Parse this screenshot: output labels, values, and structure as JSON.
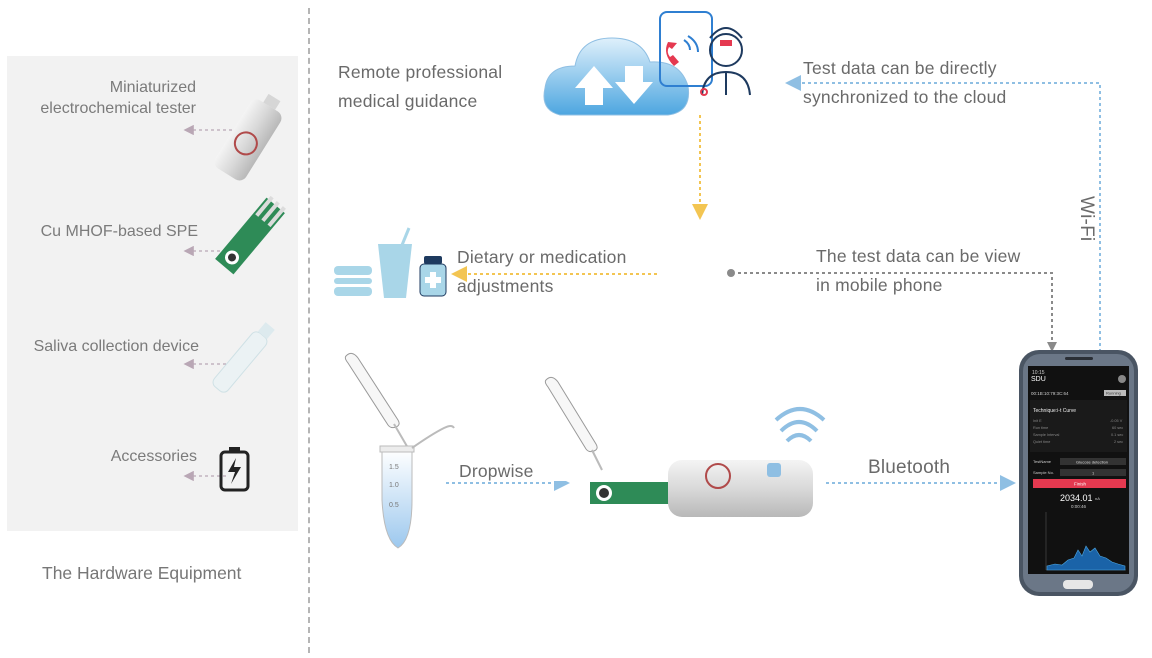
{
  "hardware": {
    "title": "The Hardware Equipment",
    "items": [
      {
        "label_line1": "Miniaturized",
        "label_line2": "electrochemical tester"
      },
      {
        "label_line1": "Cu MHOF-based SPE"
      },
      {
        "label_line1": "Saliva collection device"
      },
      {
        "label_line1": "Accessories"
      }
    ]
  },
  "flow": {
    "remote_line1": "Remote professional",
    "remote_line2": "medical guidance",
    "cloud_sync_line1": "Test data can be directly",
    "cloud_sync_line2": "synchronized to the cloud",
    "wifi": "Wi-Fi",
    "dietary_line1": "Dietary or medication",
    "dietary_line2": "adjustments",
    "view_line1": "The test data can be view",
    "view_line2": "in mobile phone",
    "dropwise": "Dropwise",
    "bluetooth": "Bluetooth"
  },
  "tube": {
    "mark1": "1.5",
    "mark2": "1.0",
    "mark3": "0.5"
  },
  "phone": {
    "time": "10:15",
    "app_title": "SDU",
    "device_id": "00:1B:10:79:3C:64",
    "status_button": "Running",
    "section_title": "Technique:i-t Curve",
    "params": [
      {
        "name": "Init E",
        "value": "-0.05 V"
      },
      {
        "name": "Run time",
        "value": "60 sec"
      },
      {
        "name": "Sample Interval",
        "value": "0.1 sec"
      },
      {
        "name": "Quiet time",
        "value": "2 sec"
      }
    ],
    "test_name_label": "TestName",
    "test_name_value": "Glucose detection",
    "sample_no_label": "Sample No.",
    "sample_no_value": "1",
    "finish_button": "Finish",
    "reading": "2034.01",
    "reading_unit": "nA",
    "timer": "0:00:46"
  },
  "colors": {
    "arrow_blue": "#8fbfe3",
    "arrow_yellow": "#f3c552",
    "arrow_gray": "#8a8a8a",
    "cloud_blue": "#4da6e0",
    "pcb_green": "#2e8b57",
    "finish_red": "#e53950"
  }
}
